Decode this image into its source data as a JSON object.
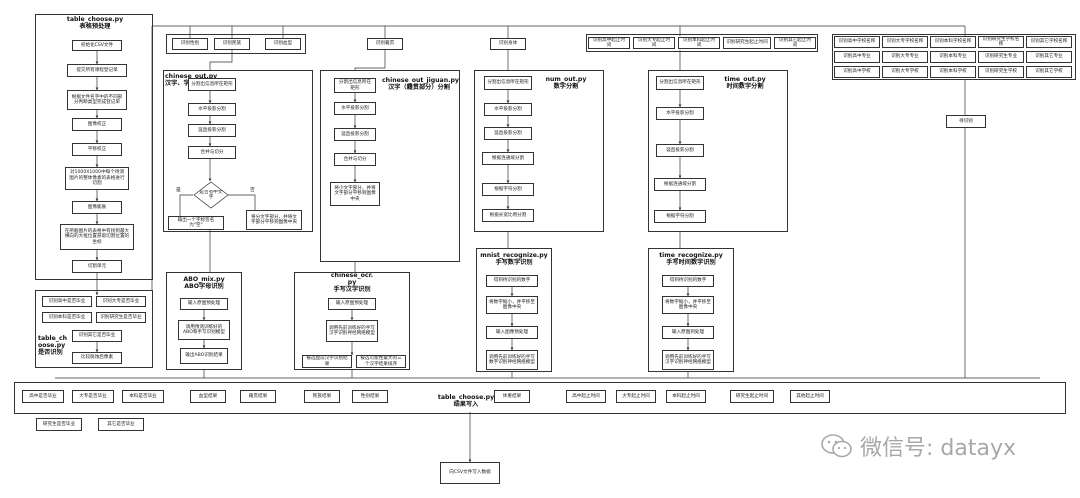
{
  "nodes": {
    "a1": "初始化CSV文件",
    "a2": "提交所有课程登记单",
    "a3": "根据文件名字中的不同部分判断类型完成登记单",
    "a4": "图像校正",
    "a5": "平移校正",
    "a6": "对1000X1000中每个待测图片的整体像素的表格进行切割",
    "a7": "图像膨胀",
    "a8": "在所截图片的表格中有找到最大横向的大框位置获取切割位置的坐标",
    "a9": "切割单元",
    "b1": "识别高中是否毕业",
    "b2": "识别大专是否毕业",
    "b3": "识别本科是否毕业",
    "b4": "识别研究生是否毕业",
    "b5": "识别其它是否毕业",
    "b6": "比较腐蚀后像素",
    "c1": "识别性别",
    "c2": "识别民族",
    "c3": "识别血型",
    "c4": "识别籍贯",
    "c5": "识别身体",
    "d1": "分割出信息所在矩形",
    "d2": "水平投影分割",
    "d3": "竖直投影分割",
    "d4": "合并与切分",
    "d5": "是否有中文字",
    "d6": "是",
    "d7": "否",
    "d8": "输出一个字标签名为\"空\"",
    "d9": "将分文字部分，并将文字部分平移到图像中央",
    "e1": "分割出信息所在矩形",
    "e2": "水平投影分割",
    "e3": "竖直投影分割",
    "e4": "合并与切分",
    "e5": "将小文字部分，并将文字部分平移到图像中央",
    "f1": "分割出信息所在矩形",
    "f2": "水平投影分割",
    "f3": "竖直投影分割",
    "f4": "根据连通域分割",
    "f5": "根据字符分割",
    "f6": "根据长宽比例分割",
    "g1": "识别高中起止时间",
    "g2": "识别大专起止时间",
    "g3": "识别本科起止时间",
    "g4": "识别研究生起止时间",
    "g5": "识别其它起止时间",
    "h1": "分割出信息所在矩形",
    "h2": "水平投影分割",
    "h3": "竖直投影分割",
    "h4": "根据连通域分割",
    "h5": "根据字符分割",
    "i1": "识别高中学校名称",
    "i2": "识别大专学校名称",
    "i3": "识别本科学校名称",
    "i4": "识别研究生学校名称",
    "i5": "识别其它学校名称",
    "i6": "识别高中专业",
    "i7": "识别大专专业",
    "i8": "识别本科专业",
    "i9": "识别研究生专业",
    "i10": "识别其它专业",
    "i11": "识别高中学校",
    "i12": "识别大专学校",
    "i13": "识别本科学校",
    "i14": "识别研究生学校",
    "i15": "识别其它学校",
    "i16": "待识别",
    "j1": "输入原图预处理",
    "j2": "调用预测训练好的ABO和手写识别模型",
    "j3": "输出ABO识别结果",
    "k1": "输入原图预处理",
    "k2": "调用先前训练好的手写汉字识别神经网络模型",
    "k3": "被选盘前汉字识别结果",
    "k4": "被选可能性最大的三个汉字结果排序",
    "l1": "得到待识别的数字",
    "l2": "将数字缩小，并平移至图像中央",
    "l3": "输入图像预处理",
    "l4": "调用先前训练好的手写数字识别神经网络模型",
    "m1": "得到待识别的数字",
    "m2": "将数字缩小，并平移至图像中央",
    "m3": "输入原图到处理",
    "m4": "调用先前训练好的手写汉字识别神经网络模型",
    "r1": "高中是否毕业",
    "r2": "大专是否毕业",
    "r3": "本科是否毕业",
    "r4": "研究生是否毕业",
    "r5": "其它是否毕业",
    "r6": "血型结果",
    "r7": "籍贯结果",
    "r8": "民族结果",
    "r9": "性别结果",
    "r10": "体重结果",
    "r11": "高中起止时间",
    "r12": "大专起止时间",
    "r13": "本科起止时间",
    "r14": "研究生起止时间",
    "r15": "其他起止时间",
    "z1": "向CSV文件写入数据"
  },
  "groups": {
    "g_table_top": "table_choose.py\n表格预处理",
    "g_table_check": "table_ch\noose.py\n是否识别",
    "g_chinese_out": "chinese_out.py\n汉字、字母分割",
    "g_jiguan": "chinese_out_jiguan.py\n汉字（籍贯部分）分割",
    "g_num_out": "num_out.py\n数字分割",
    "g_time_out": "time_out.py\n时间数字分割",
    "g_abo": "ABO_mix.py\nABO字母识别",
    "g_ocr": "chinese_ocr.\npy\n手写汉字识别",
    "g_mnist": "mnist_recognize.py\n手写数字识别",
    "g_time_rec": "time_recognize.py\n手写时间数字识别",
    "g_bottom": "table_choose.py\n结果写入"
  },
  "watermark": {
    "text": "微信号: datayx",
    "icon": "wechat-icon"
  },
  "colors": {
    "line": "#333333",
    "watermark": "#a8a8a8"
  }
}
